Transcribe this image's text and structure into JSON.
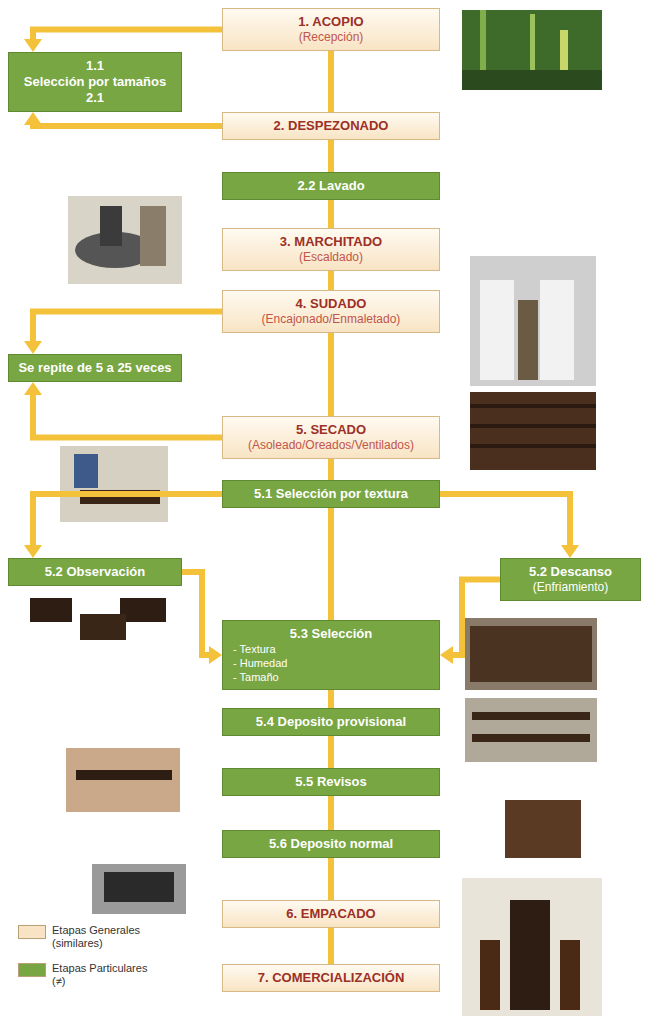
{
  "diagram": {
    "nodes": [
      {
        "text": [
          "1. ACOPIO",
          "(Recepción)"
        ]
      },
      {
        "text": [
          "1.1",
          "Selección por tamaños",
          "2.1"
        ]
      },
      {
        "text": [
          "2. DESPEZONADO"
        ]
      },
      {
        "text": [
          "2.2 Lavado"
        ]
      },
      {
        "text": [
          "3. MARCHITADO",
          "(Escaldado)"
        ]
      },
      {
        "text": [
          "4. SUDADO",
          "(Encajonado/Enmaletado)"
        ]
      },
      {
        "text": [
          "Se repite de 5 a 25 veces"
        ]
      },
      {
        "text": [
          "5. SECADO",
          "(Asoleado/Oreados/Ventilados)"
        ]
      },
      {
        "text": [
          "5.1 Selección por textura"
        ]
      },
      {
        "text": [
          "5.2 Observación"
        ]
      },
      {
        "text": [
          "5.2 Descanso",
          "(Enfriamiento)"
        ]
      },
      {
        "text": [
          "5.3 Selección",
          "- Textura",
          "- Humedad",
          "- Tamaño"
        ]
      },
      {
        "text": [
          "5.4 Deposito provisional"
        ]
      },
      {
        "text": [
          "5.5 Revisos"
        ]
      },
      {
        "text": [
          "5.6 Deposito normal"
        ]
      },
      {
        "text": [
          "6. EMPACADO"
        ]
      },
      {
        "text": [
          "7. COMERCIALIZACIÓN"
        ]
      }
    ],
    "edges": [
      {
        "from": 0,
        "to": 1,
        "arrow": "to"
      },
      {
        "from": 2,
        "to": 1,
        "arrow": "to"
      },
      {
        "from": 0,
        "to": 2,
        "arrow": "none"
      },
      {
        "from": 2,
        "to": 3,
        "arrow": "none"
      },
      {
        "from": 3,
        "to": 4,
        "arrow": "none"
      },
      {
        "from": 4,
        "to": 5,
        "arrow": "none"
      },
      {
        "from": 5,
        "to": 6,
        "arrow": "to"
      },
      {
        "from": 7,
        "to": 6,
        "arrow": "to"
      },
      {
        "from": 5,
        "to": 7,
        "arrow": "none"
      },
      {
        "from": 7,
        "to": 8,
        "arrow": "none"
      },
      {
        "from": 8,
        "to": 9,
        "arrow": "to"
      },
      {
        "from": 8,
        "to": 10,
        "arrow": "to"
      },
      {
        "from": 8,
        "to": 11,
        "arrow": "none"
      },
      {
        "from": 9,
        "to": 11,
        "arrow": "to"
      },
      {
        "from": 10,
        "to": 11,
        "arrow": "to"
      },
      {
        "from": 11,
        "to": 12,
        "arrow": "none"
      },
      {
        "from": 12,
        "to": 13,
        "arrow": "none"
      },
      {
        "from": 13,
        "to": 14,
        "arrow": "none"
      },
      {
        "from": 14,
        "to": 15,
        "arrow": "none"
      },
      {
        "from": 15,
        "to": 16,
        "arrow": "none"
      }
    ],
    "legend": [
      {
        "text": "Etapas Generales (similares)",
        "color": "#f8e4c4"
      },
      {
        "text": "Etapas Particulares (≠)",
        "color": "#77a642"
      }
    ]
  }
}
